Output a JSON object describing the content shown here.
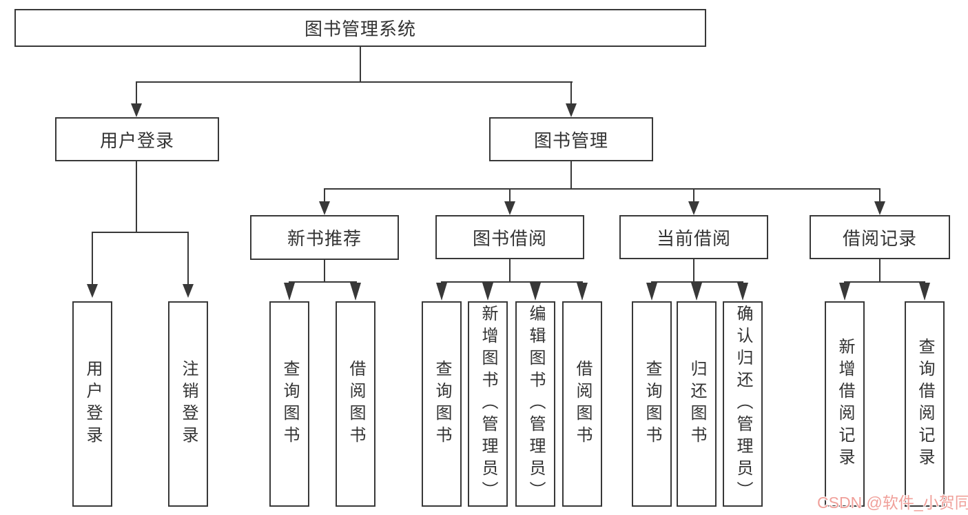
{
  "diagram": {
    "root": "图书管理系统",
    "branches": {
      "user_login": "用户登录",
      "book_mgmt": "图书管理"
    },
    "modules": {
      "new_book": "新书推荐",
      "borrow": "图书借阅",
      "current": "当前借阅",
      "record": "借阅记录"
    },
    "leaves": {
      "user_login": [
        "用户登录",
        "注销登录"
      ],
      "new_book": [
        "查询图书",
        "借阅图书"
      ],
      "borrow": [
        "查询图书",
        "新增图书（管理员）",
        "编辑图书（管理员）",
        "借阅图书"
      ],
      "current": [
        "查询图书",
        "归还图书",
        "确认归还（管理员）"
      ],
      "record": [
        "新增借阅记录",
        "查询借阅记录"
      ]
    }
  },
  "watermark": {
    "text": "CSDN @软件_小贺同学",
    "color": "#f0a09a"
  },
  "colors": {
    "line": "#383838",
    "text": "#333333",
    "background": "#ffffff"
  }
}
